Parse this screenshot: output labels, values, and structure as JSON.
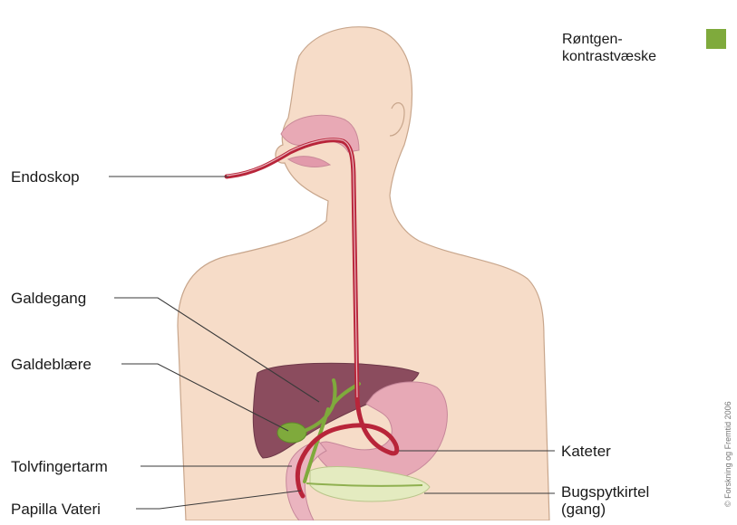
{
  "legend": {
    "label_line1": "Røntgen-",
    "label_line2": "kontrastvæske",
    "swatch_color": "#7faa3c"
  },
  "labels": {
    "endoskop": "Endoskop",
    "galdegang": "Galdegang",
    "galdeblaere": "Galdeblære",
    "tolvfingertarm": "Tolvfingertarm",
    "papilla_vateri": "Papilla Vateri",
    "kateter": "Kateter",
    "bugspytkirtel_line1": "Bugspytkirtel",
    "bugspytkirtel_line2": "(gang)"
  },
  "copyright": "© Forskning og Fremtid 2006",
  "colors": {
    "skin": "#f6dcc8",
    "skin_outline": "#c8a68c",
    "liver": "#8b4c5e",
    "stomach": "#e7a9b6",
    "endoscope": "#b8253a",
    "contrast": "#7faa3c",
    "pancreas": "#e4ebc0"
  }
}
